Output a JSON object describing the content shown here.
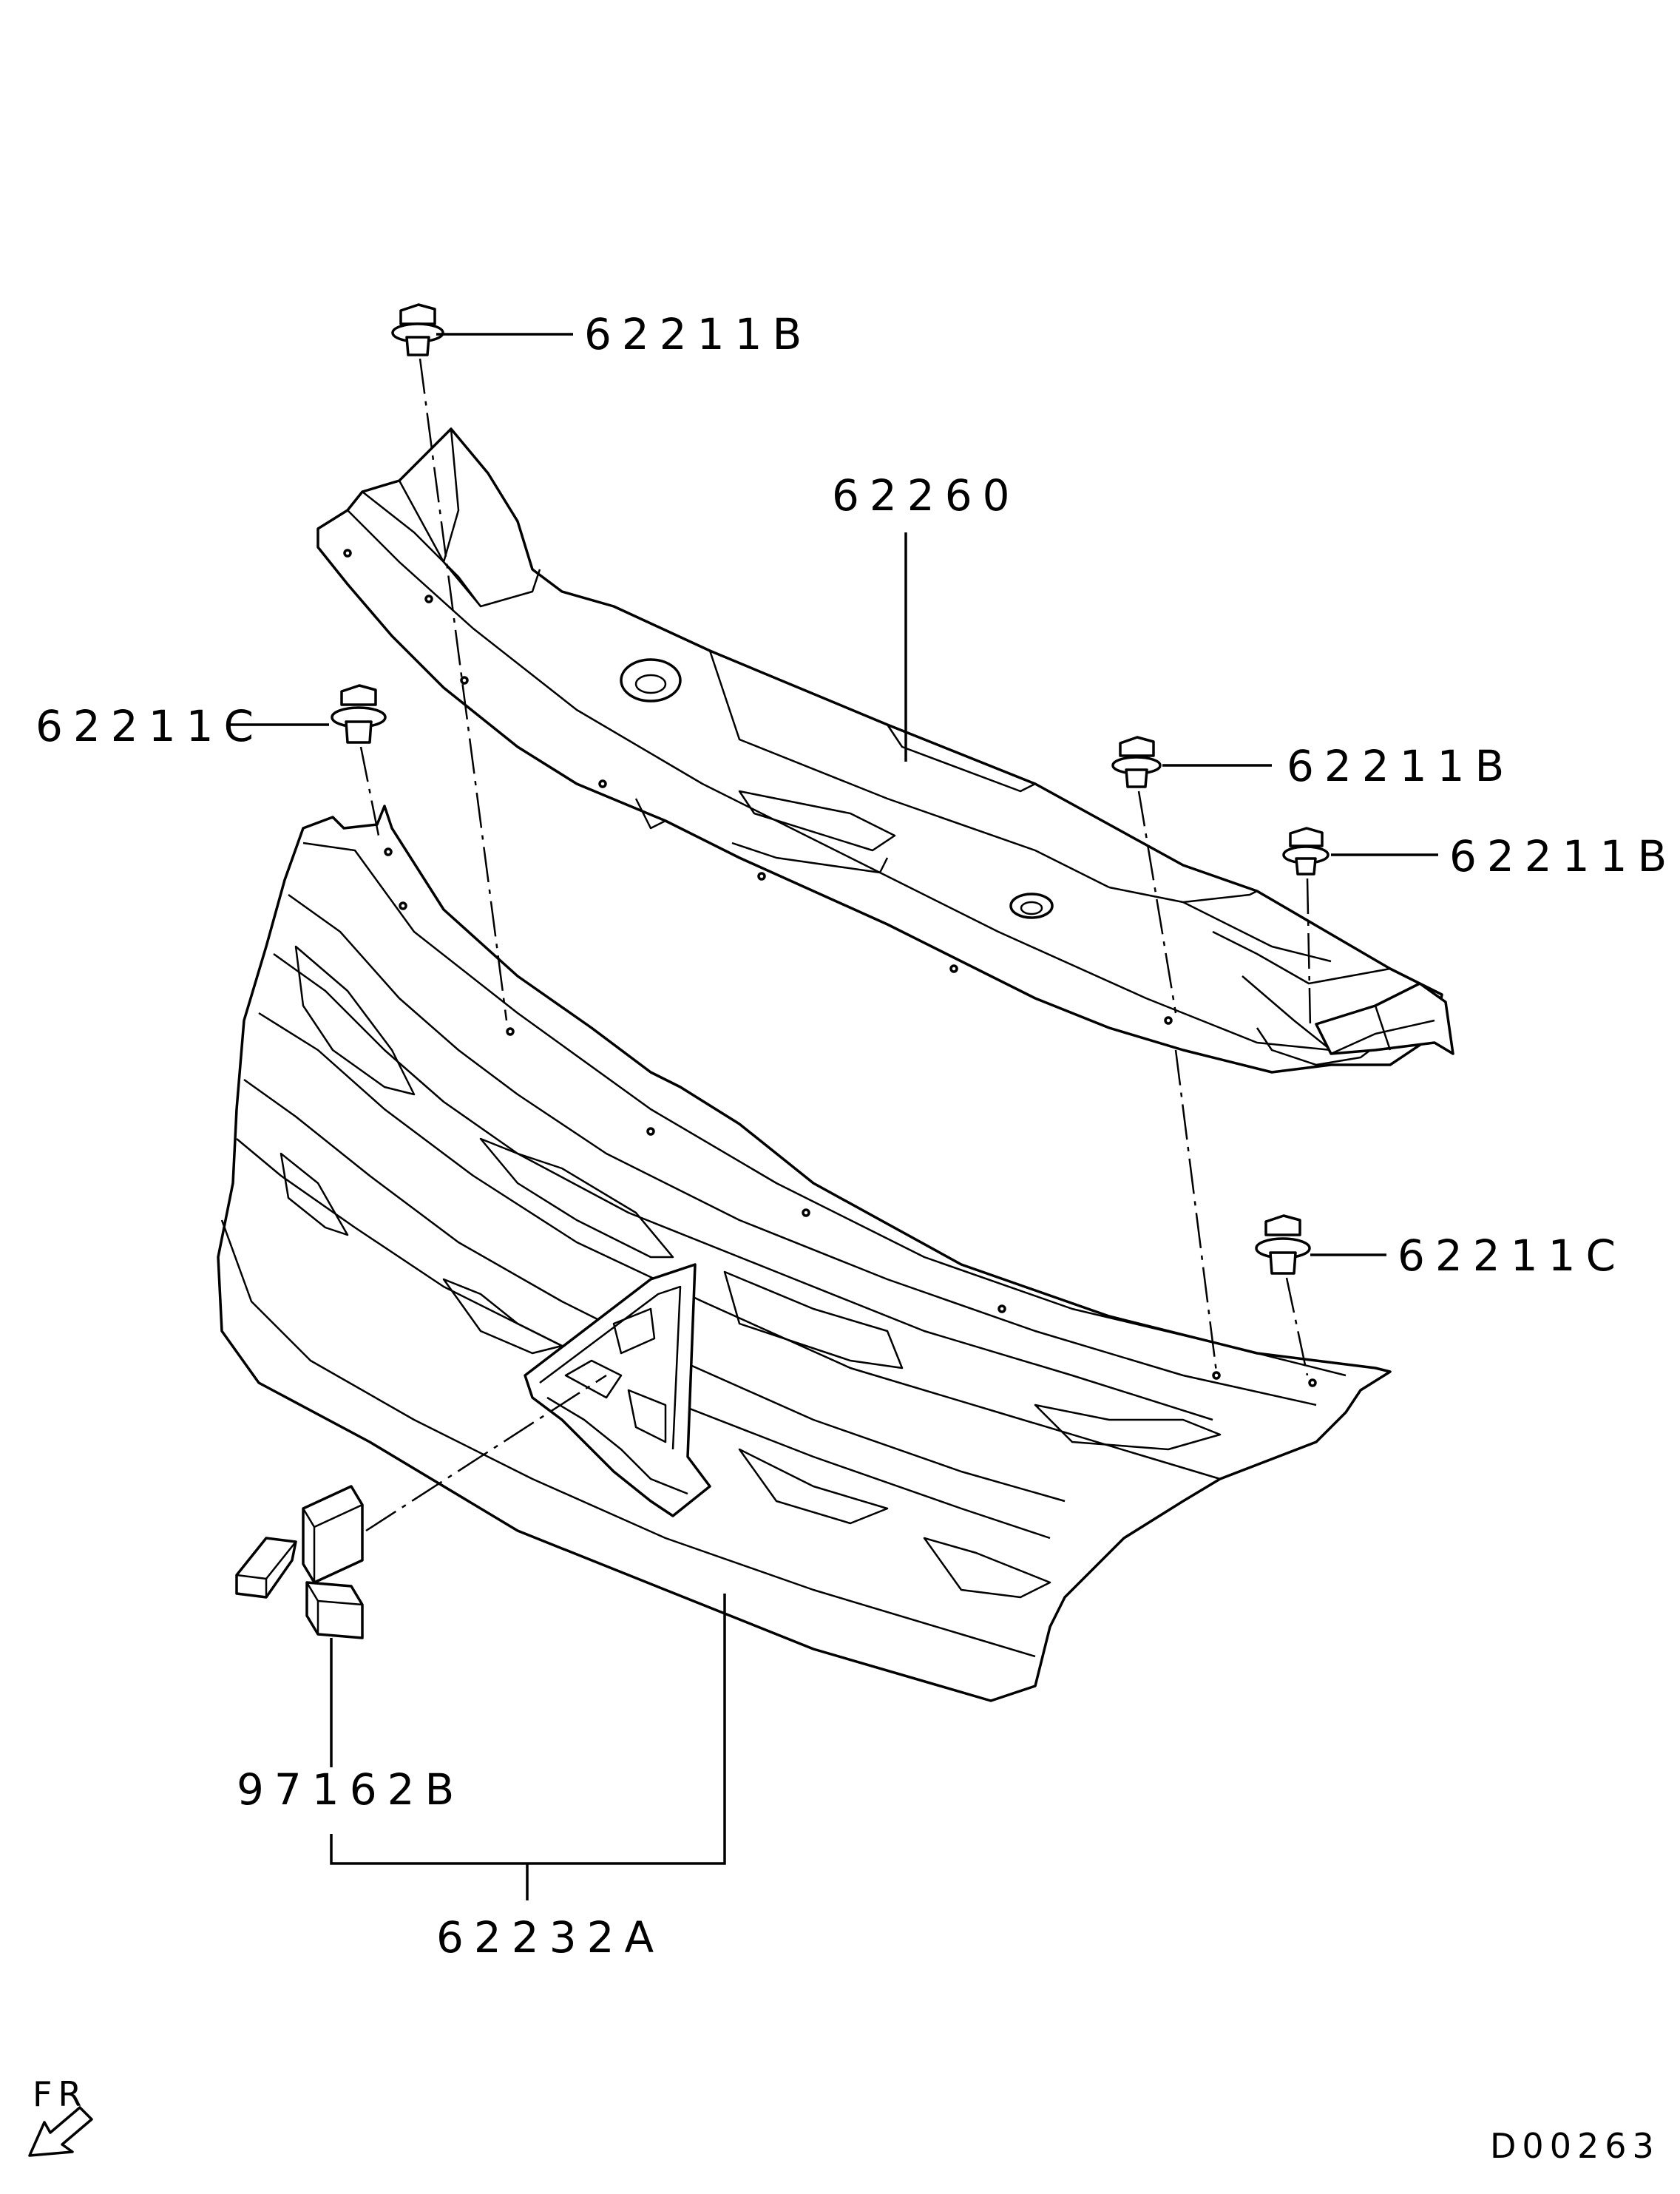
{
  "parts": {
    "clip_top": "62211B",
    "upper_cover": "62260",
    "clip_left": "62211C",
    "clip_right_a": "62211B",
    "clip_right_b": "62211B",
    "clip_right_low": "62211C",
    "emblem": "97162B",
    "grille_assy": "62232A"
  },
  "orientation": {
    "label": "FR"
  },
  "diagram_code": "D00263"
}
